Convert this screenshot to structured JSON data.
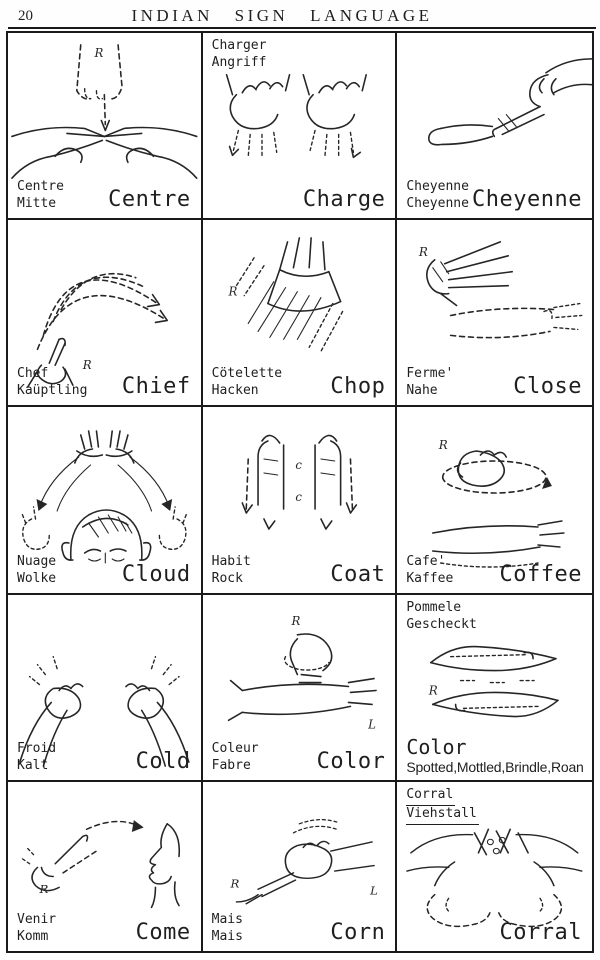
{
  "page": {
    "number": "20",
    "title": "INDIAN SIGN LANGUAGE"
  },
  "ink": "#1f1f1f",
  "cells": [
    {
      "l1": "Centre",
      "l2": "Mitte",
      "en": "Centre",
      "marks": [
        "R"
      ]
    },
    {
      "l1": "Charger",
      "l2": "Angriff",
      "en": "Charge",
      "marks": []
    },
    {
      "l1": "Cheyenne",
      "l2": "Cheyenne",
      "en": "Cheyenne",
      "marks": []
    },
    {
      "l1": "Chef",
      "l2": "Kaüptling",
      "en": "Chief",
      "marks": [
        "R"
      ]
    },
    {
      "l1": "Cötelette",
      "l2": "Hacken",
      "en": "Chop",
      "marks": [
        "R"
      ]
    },
    {
      "l1": "Ferme'",
      "l2": "Nahe",
      "en": "Close",
      "marks": [
        "R"
      ]
    },
    {
      "l1": "Nuage",
      "l2": "Wolke",
      "en": "Cloud",
      "marks": []
    },
    {
      "l1": "Habit",
      "l2": "Rock",
      "en": "Coat",
      "marks": [
        "c",
        "c"
      ]
    },
    {
      "l1": "Cafe'",
      "l2": "Kaffee",
      "en": "Coffee",
      "marks": [
        "R"
      ]
    },
    {
      "l1": "Froid",
      "l2": "Kalt",
      "en": "Cold",
      "marks": []
    },
    {
      "l1": "Coleur",
      "l2": "Fabre",
      "en": "Color",
      "marks": [
        "R",
        "L"
      ]
    },
    {
      "l1": "Pommele",
      "l2": "Gescheckt",
      "en": "Color",
      "en2": "Spotted,Mottled,Brindle,Roan",
      "marks": [
        "R"
      ]
    },
    {
      "l1": "Venir",
      "l2": "Komm",
      "en": "Come",
      "marks": [
        "R"
      ]
    },
    {
      "l1": "Mais",
      "l2": "Mais",
      "en": "Corn",
      "marks": [
        "R",
        "L"
      ]
    },
    {
      "l1": "Corral",
      "l2": "Viehstall",
      "en": "Corral",
      "marks": []
    }
  ]
}
